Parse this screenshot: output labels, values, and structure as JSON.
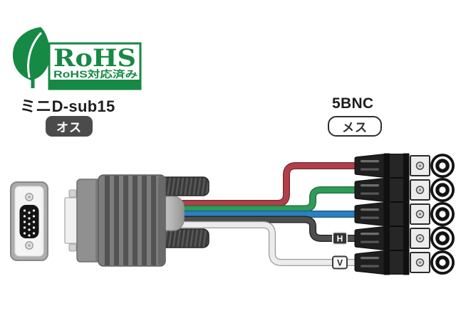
{
  "rohs": {
    "name": "RoHS",
    "subtitle": "RoHS対応済み",
    "green": "#168944"
  },
  "connectors": {
    "left": {
      "type": "ミニD-sub15",
      "gender": "オス"
    },
    "right": {
      "type": "5BNC",
      "gender": "メス"
    }
  },
  "wires": [
    {
      "id": "red",
      "color": "#b23f48",
      "label": ""
    },
    {
      "id": "green",
      "color": "#2f9b58",
      "label": ""
    },
    {
      "id": "blue",
      "color": "#2b80c0",
      "label": ""
    },
    {
      "id": "sync-h",
      "color": "#4e4e4e",
      "label": "H"
    },
    {
      "id": "sync-v",
      "color": "#ececec",
      "label": "V"
    }
  ]
}
